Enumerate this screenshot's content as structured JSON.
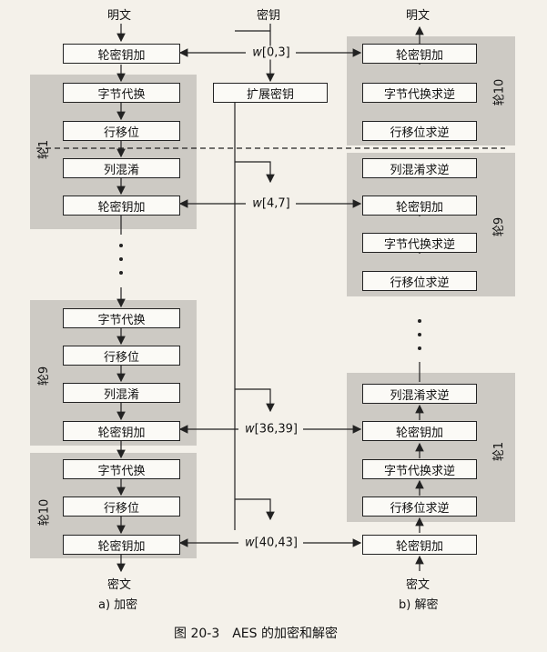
{
  "top": {
    "plaintext_left": "明文",
    "key": "密钥",
    "plaintext_right": "明文"
  },
  "bottom": {
    "ciphertext_left": "密文",
    "ciphertext_right": "密文"
  },
  "enc": {
    "round_label_1": "轮1",
    "round_label_9": "轮9",
    "round_label_10": "轮10",
    "box_initial_addkey": "轮密钥加",
    "r1_sub": "字节代换",
    "r1_shift": "行移位",
    "r1_mix": "列混淆",
    "r1_add": "轮密钥加",
    "r9_sub": "字节代换",
    "r9_shift": "行移位",
    "r9_mix": "列混淆",
    "r9_add": "轮密钥加",
    "r10_sub": "字节代换",
    "r10_shift": "行移位",
    "r10_add": "轮密钥加",
    "caption": "a) 加密"
  },
  "dec": {
    "round_label_10": "轮10",
    "round_label_9": "轮9",
    "round_label_1": "轮1",
    "box_initial_addkey": "轮密钥加",
    "r10_isub": "字节代换求逆",
    "r10_ishift": "行移位求逆",
    "r9_imix": "列混淆求逆",
    "r9_add": "轮密钥加",
    "r9_isub": "字节代换求逆",
    "r9_ishift": "行移位求逆",
    "r1_imix": "列混淆求逆",
    "r1_add": "轮密钥加",
    "r1_isub": "字节代换求逆",
    "r1_ishift": "行移位求逆",
    "final_addkey": "轮密钥加",
    "caption": "b) 解密"
  },
  "key": {
    "expand": "扩展密钥",
    "w0": {
      "pre": "w",
      "rng": "[0,3]"
    },
    "w4": {
      "pre": "w",
      "rng": "[4,7]"
    },
    "w36": {
      "pre": "w",
      "rng": "[36,39]"
    },
    "w40": {
      "pre": "w",
      "rng": "[40,43]"
    }
  },
  "figure_caption": "图 20-3　AES 的加密和解密"
}
